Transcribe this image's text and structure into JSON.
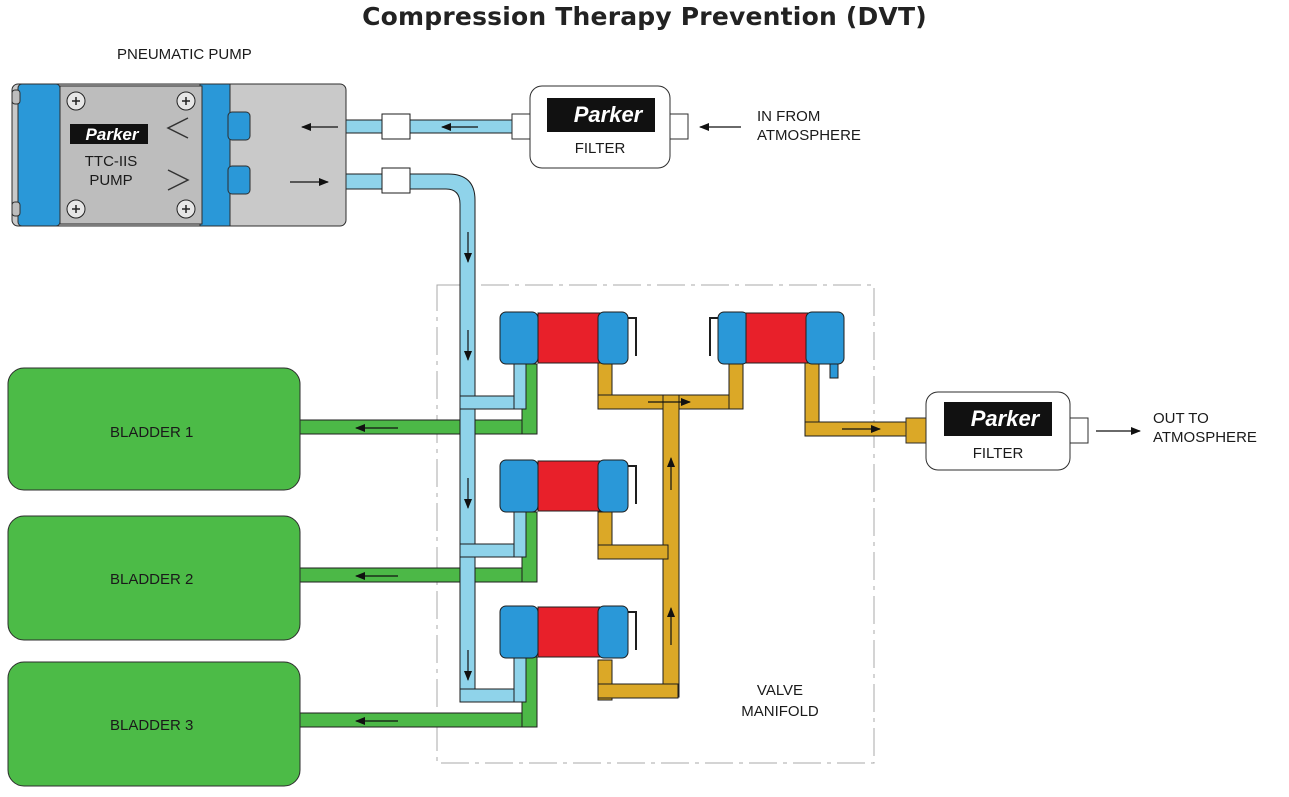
{
  "title": "Compression Therapy Prevention (DVT)",
  "labels": {
    "pneumatic_pump": "PNEUMATIC PUMP",
    "pump_model_line1": "TTC-IIS",
    "pump_model_line2": "PUMP",
    "brand": "Parker",
    "filter_in": "FILTER",
    "filter_out": "FILTER",
    "in_from_line1": "IN FROM",
    "in_from_line2": "ATMOSPHERE",
    "out_to_line1": "OUT TO",
    "out_to_line2": "ATMOSPHERE",
    "valve_manifold_line1": "VALVE",
    "valve_manifold_line2": "MANIFOLD",
    "bladders": [
      "BLADDER 1",
      "BLADDER 2",
      "BLADDER 3"
    ]
  },
  "colors": {
    "supply_line": "#8fd3ea",
    "exhaust_line": "#dba827",
    "bladder_line": "#4cb847",
    "bladder_fill": "#4cbb47",
    "valve_body": "#e8202a",
    "valve_fitting": "#2a98d8",
    "pump_body": "#c9c9c9",
    "brand_badge": "#111111"
  }
}
